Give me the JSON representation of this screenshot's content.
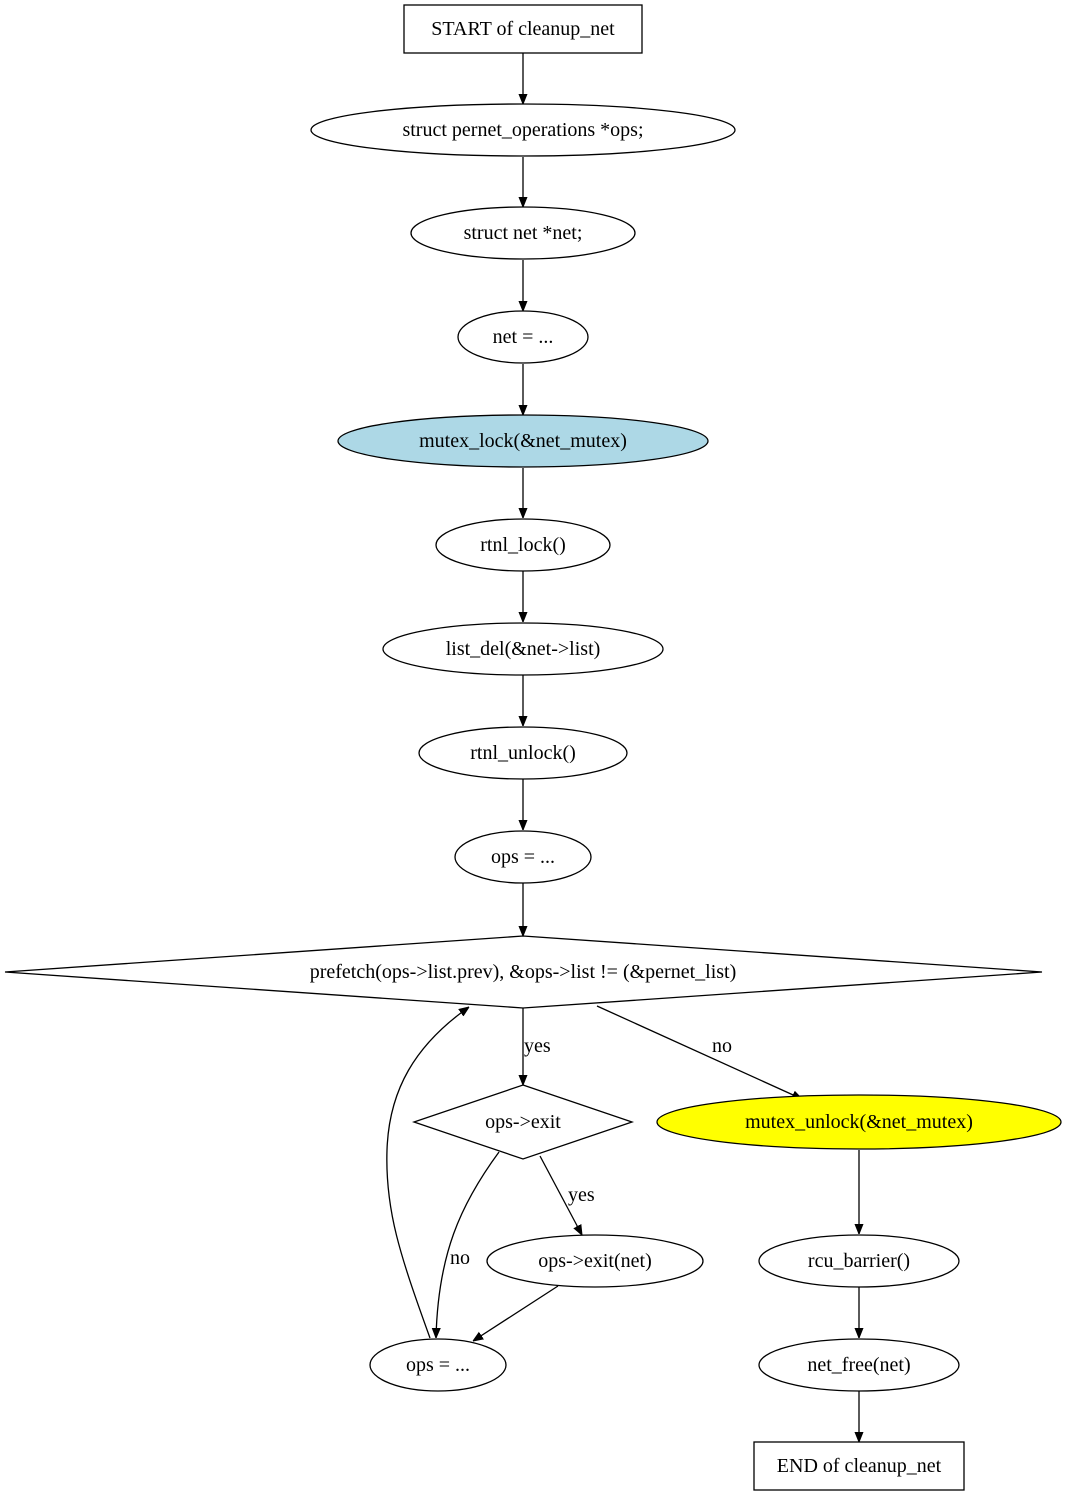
{
  "diagram": {
    "nodes": {
      "start": {
        "label": "START of cleanup_net",
        "shape": "box"
      },
      "decl_ops": {
        "label": "struct pernet_operations *ops;",
        "shape": "ellipse"
      },
      "decl_net": {
        "label": "struct net *net;",
        "shape": "ellipse"
      },
      "assign_net": {
        "label": "net = ...",
        "shape": "ellipse"
      },
      "mutex_lock": {
        "label": "mutex_lock(&net_mutex)",
        "shape": "ellipse",
        "fill": "#add8e6"
      },
      "rtnl_lock": {
        "label": "rtnl_lock()",
        "shape": "ellipse"
      },
      "list_del": {
        "label": "list_del(&net->list)",
        "shape": "ellipse"
      },
      "rtnl_unlock": {
        "label": "rtnl_unlock()",
        "shape": "ellipse"
      },
      "assign_ops1": {
        "label": "ops = ...",
        "shape": "ellipse"
      },
      "loop_cond": {
        "label": "prefetch(ops->list.prev), &ops->list != (&pernet_list)",
        "shape": "diamond"
      },
      "ops_exit_cond": {
        "label": "ops->exit",
        "shape": "diamond"
      },
      "mutex_unlock": {
        "label": "mutex_unlock(&net_mutex)",
        "shape": "ellipse",
        "fill": "#ffff00"
      },
      "ops_exit_call": {
        "label": "ops->exit(net)",
        "shape": "ellipse"
      },
      "rcu_barrier": {
        "label": "rcu_barrier()",
        "shape": "ellipse"
      },
      "assign_ops2": {
        "label": "ops = ...",
        "shape": "ellipse"
      },
      "net_free": {
        "label": "net_free(net)",
        "shape": "ellipse"
      },
      "end": {
        "label": "END of cleanup_net",
        "shape": "box"
      }
    },
    "edges": [
      {
        "id": "e1",
        "from": "start",
        "to": "decl_ops",
        "label": ""
      },
      {
        "id": "e2",
        "from": "decl_ops",
        "to": "decl_net",
        "label": ""
      },
      {
        "id": "e3",
        "from": "decl_net",
        "to": "assign_net",
        "label": ""
      },
      {
        "id": "e4",
        "from": "assign_net",
        "to": "mutex_lock",
        "label": ""
      },
      {
        "id": "e5",
        "from": "mutex_lock",
        "to": "rtnl_lock",
        "label": ""
      },
      {
        "id": "e6",
        "from": "rtnl_lock",
        "to": "list_del",
        "label": ""
      },
      {
        "id": "e7",
        "from": "list_del",
        "to": "rtnl_unlock",
        "label": ""
      },
      {
        "id": "e8",
        "from": "rtnl_unlock",
        "to": "assign_ops1",
        "label": ""
      },
      {
        "id": "e9",
        "from": "assign_ops1",
        "to": "loop_cond",
        "label": ""
      },
      {
        "id": "e10",
        "from": "loop_cond",
        "to": "ops_exit_cond",
        "label": "yes"
      },
      {
        "id": "e11",
        "from": "loop_cond",
        "to": "mutex_unlock",
        "label": "no"
      },
      {
        "id": "e12",
        "from": "ops_exit_cond",
        "to": "ops_exit_call",
        "label": "yes"
      },
      {
        "id": "e13",
        "from": "ops_exit_cond",
        "to": "assign_ops2",
        "label": "no"
      },
      {
        "id": "e14",
        "from": "ops_exit_call",
        "to": "assign_ops2",
        "label": ""
      },
      {
        "id": "e15",
        "from": "assign_ops2",
        "to": "loop_cond",
        "label": ""
      },
      {
        "id": "e16",
        "from": "mutex_unlock",
        "to": "rcu_barrier",
        "label": ""
      },
      {
        "id": "e17",
        "from": "rcu_barrier",
        "to": "net_free",
        "label": ""
      },
      {
        "id": "e18",
        "from": "net_free",
        "to": "end",
        "label": ""
      }
    ]
  }
}
